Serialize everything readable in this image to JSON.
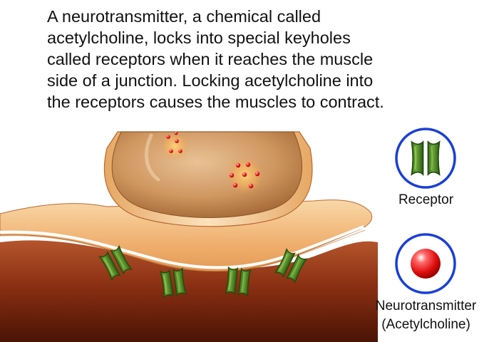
{
  "caption": {
    "lines": [
      "A neurotransmitter, a chemical called",
      "acetylcholine, locks into special keyholes",
      "called receptors when it reaches the muscle",
      "side of a junction. Locking acetylcholine into",
      "the receptors causes the muscles to contract."
    ]
  },
  "legend": {
    "receptor": {
      "label": "Receptor",
      "icon": "receptor-icon"
    },
    "neurotransmitter": {
      "label_line1": "Neurotransmitter",
      "label_line2": "(Acetylcholine)",
      "icon": "neurotransmitter-icon"
    }
  },
  "colors": {
    "receptor_green": "#4f8a2a",
    "receptor_dark": "#2c5a14",
    "neurotransmitter_red": "#e01010",
    "legend_ring_blue": "#1a3fd6",
    "muscle_dark": "#8a2f12",
    "terminal_tan": "#c8925a"
  }
}
